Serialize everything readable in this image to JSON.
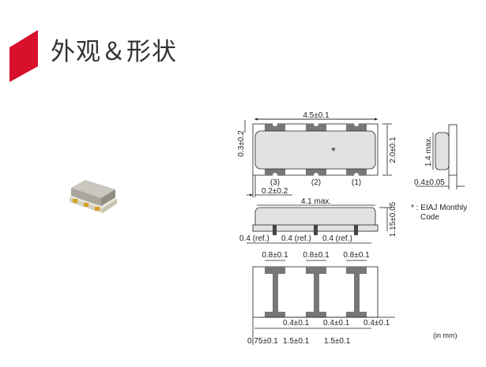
{
  "header": {
    "title": "外观＆形状",
    "icon": "red-parallelogram-icon",
    "accent_color": "#d8102c"
  },
  "photo": {
    "subject": "ceramic-resonator-component"
  },
  "drawing": {
    "top_view": {
      "width_dim": "4.5±0.1",
      "height_dim": "2.0±0.1",
      "edge_dim": "0.3±0.2",
      "offset_dim": "0.2±0.2",
      "marking": "*",
      "pins": [
        "(3)",
        "(2)",
        "(1)"
      ]
    },
    "side_view": {
      "height_dim": "1.4 max.",
      "thickness_dim": "0.4±0.05"
    },
    "note": {
      "line1": "* : EIAJ Monthly",
      "line2": "Code"
    },
    "front_view": {
      "length_dim": "4.1 max.",
      "height_dim": "1.15±0.05",
      "ref_dims": [
        "0.4 (ref.)",
        "0.4 (ref.)",
        "0.4 (ref.)"
      ]
    },
    "bottom_view": {
      "pad_dims": [
        "0.8±0.1",
        "0.8±0.1",
        "0.8±0.1"
      ],
      "gap_dims": [
        "0.4±0.1",
        "0.4±0.1",
        "0.4±0.1"
      ],
      "pitch_dims": [
        "0.75±0.1",
        "1.5±0.1",
        "1.5±0.1"
      ]
    },
    "unit": "(in mm)"
  }
}
